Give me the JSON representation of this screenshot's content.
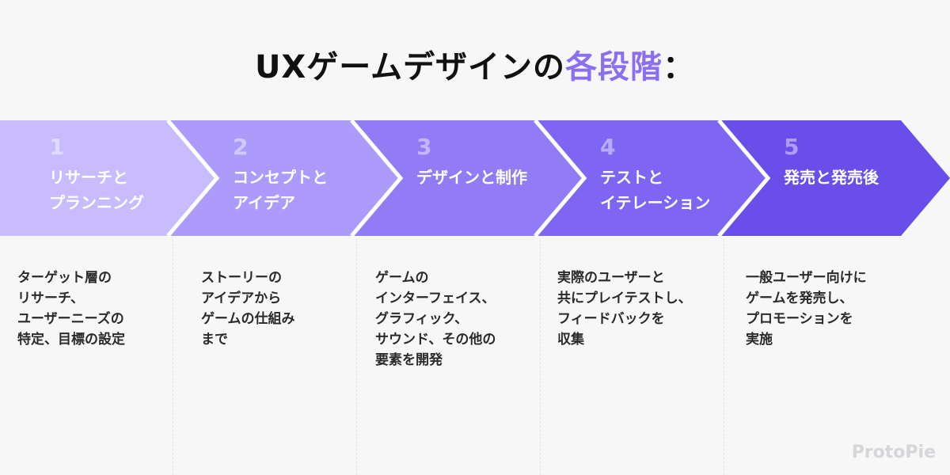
{
  "title": {
    "main": "UXゲームデザインの",
    "highlight": "各段階",
    "suffix": "："
  },
  "steps": [
    {
      "number": "1",
      "label": "リサーチと\nプランニング",
      "description": "ターゲット層の\nリサーチ、\nユーザーニーズの\n特定、目標の設定",
      "color": "#c8bcff"
    },
    {
      "number": "2",
      "label": "コンセプトと\nアイデア",
      "description": "ストーリーの\nアイデアから\nゲームの仕組み\nまで",
      "color": "#ac9bfb"
    },
    {
      "number": "3",
      "label": "デザインと制作",
      "description": "ゲームの\nインターフェイス、\nグラフィック、\nサウンド、その他の\n要素を開発",
      "color": "#927cf6"
    },
    {
      "number": "4",
      "label": "テストと\nイテレーション",
      "description": "実際のユーザーと\n共にプレイテストし、\nフィードバックを\n収集",
      "color": "#7e66f3"
    },
    {
      "number": "5",
      "label": "発売と発売後",
      "description": "一般ユーザー向けに\nゲームを発売し、\nプロモーションを\n実施",
      "color": "#6a4eea"
    }
  ],
  "logo": "ProtoPie"
}
